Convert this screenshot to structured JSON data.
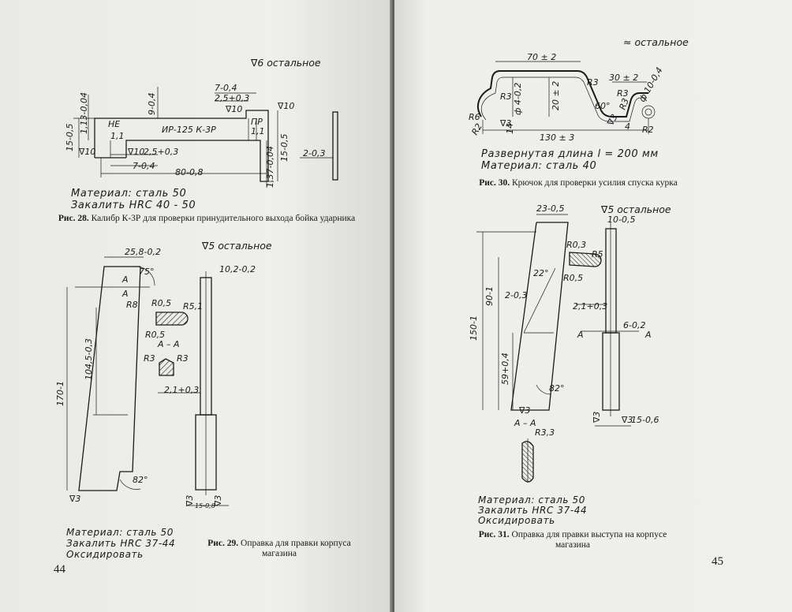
{
  "left_page": {
    "page_number": "44",
    "fig28": {
      "finish": "∇6 остальное",
      "material_line1": "Материал: сталь 50",
      "material_line2": "Закалить HRC 40 - 50",
      "caption_label": "Рис. 28.",
      "caption_text": "Калибр К-3Р для проверки принудительного выхода бойка ударника",
      "marking": "ИР-125 К-3Р",
      "label_ne": "НЕ",
      "label_pr": "ПР",
      "dims": {
        "d1": "7-0,4",
        "d2": "2,5+0,3",
        "d3": "9-0,4",
        "d4": "1,13-0,04",
        "d5": "15-0,5",
        "d6": "2,5+0,3",
        "d7": "7-0,4",
        "d8": "80-0,8",
        "d9": "1,37-0,04",
        "d10": "15-0,5",
        "d11": "2-0,3",
        "r1": "∇10",
        "r2": "∇10",
        "r3": "∇10",
        "r4": "∇10",
        "l1": "1,1",
        "l2": "1,1"
      }
    },
    "fig29": {
      "finish": "∇5 остальное",
      "material_line1": "Материал: сталь 50",
      "material_line2": "Закалить HRC 37-44",
      "material_line3": "Оксидировать",
      "caption_label": "Рис. 29.",
      "caption_text": "Оправка для правки корпуса магазина",
      "dims": {
        "w_top": "25,8-0,2",
        "angle_top": "75°",
        "height_a": "104,5-0,3",
        "height_total": "170-1",
        "r8": "R8",
        "r05a": "R0,5",
        "r05b": "R0,5",
        "r51": "R5,1",
        "section": "А – А",
        "r3a": "R3",
        "r3b": "R3",
        "d21": "2,1+0,3",
        "w_rod": "10,2-0,2",
        "w_bot": "15-0,8",
        "angle_bot": "82°",
        "rough": "∇3",
        "rough2": "∇3",
        "rough3": "∇3",
        "a1": "А",
        "a2": "А"
      }
    }
  },
  "right_page": {
    "page_number": "45",
    "fig30": {
      "finish": "≈ остальное",
      "developed": "Развернутая длина  l = 200 мм",
      "material": "Материал: сталь 40",
      "caption_label": "Рис. 30.",
      "caption_text": "Крючок для проверки усилия спуска курка",
      "dims": {
        "l70": "70 ± 2",
        "l30": "30 ± 2",
        "l130": "130 ± 3",
        "l20": "20 ± 2",
        "d4": "ф 4-0,2",
        "d10": "ф 10-0,4",
        "r3a": "R3",
        "r3b": "R3",
        "r3c": "R3",
        "r3d": "R3",
        "r6": "R6",
        "r2a": "R2",
        "r2b": "R2",
        "a60": "60°",
        "l14": "14",
        "l4": "4",
        "rough": "∇3",
        "rough2": "∇3"
      }
    },
    "fig31": {
      "finish": "∇5 остальное",
      "material_line1": "Материал: сталь 50",
      "material_line2": "Закалить HRC 37-44",
      "material_line3": "Оксидировать",
      "caption_label": "Рис. 31.",
      "caption_text": "Оправка для правки выступа на корпусе магазина",
      "dims": {
        "w_top": "23-0,5",
        "w_rod": "10-0,5",
        "r03": "R0,3",
        "r5": "R5",
        "r05": "R0,5",
        "angle22": "22°",
        "h90": "90-1",
        "h150": "150-1",
        "h59": "59+0,4",
        "d2": "2-0,3",
        "d21": "2,1+0,3",
        "d6": "6-0,2",
        "angle82": "82°",
        "w15": "15-0,6",
        "section": "А – А",
        "r33": "R3,3",
        "a1": "А",
        "a2": "А",
        "rough": "∇3",
        "rough2": "∇3",
        "rough3": "∇3"
      }
    }
  }
}
